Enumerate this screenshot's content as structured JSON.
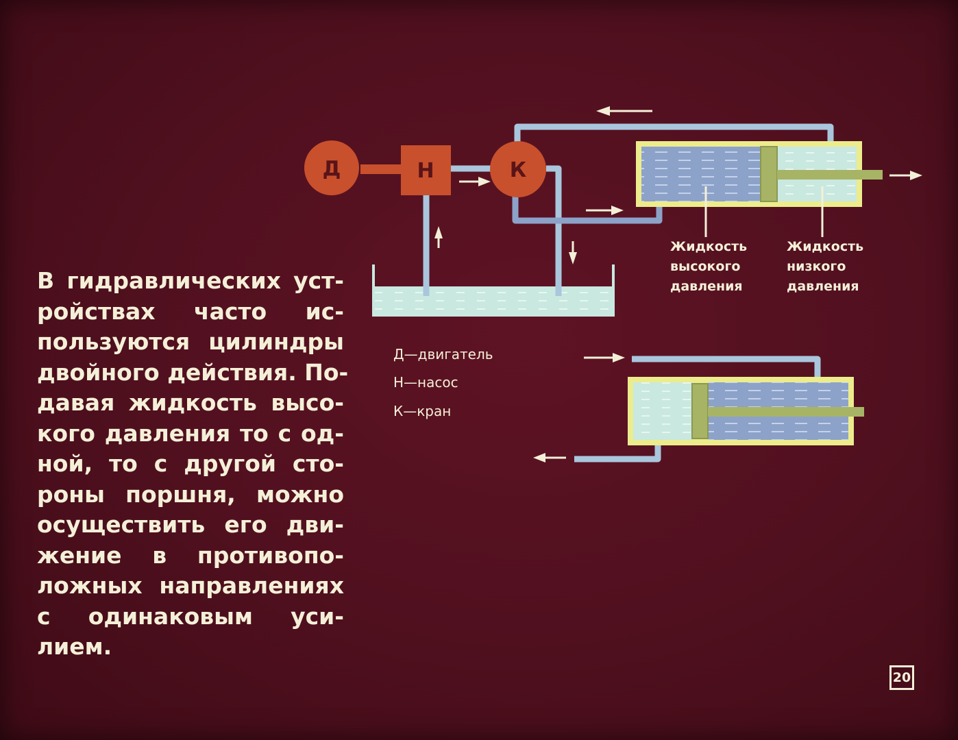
{
  "body_text": {
    "lines": [
      "В гидравлических уст-",
      "ройствах часто ис-",
      "пользуются цилиндры",
      "двойного действия. По-",
      "давая жидкость высо-",
      "кого давления то с од-",
      "ной, то с другой сто-",
      "роны поршня, можно",
      "осуществить его дви-",
      "жение в противопо-",
      "ложных направлениях",
      "с одинаковым уси-",
      "лием."
    ]
  },
  "diagram": {
    "nodes": {
      "engine": "Д",
      "pump": "Н",
      "valve": "К"
    },
    "legend": [
      "Д—двигатель",
      "Н—насос",
      "К—кран"
    ],
    "labels": {
      "high_pressure": [
        "Жидкость",
        "высокого",
        "давления"
      ],
      "low_pressure": [
        "Жидкость",
        "низкого",
        "давления"
      ]
    },
    "colors": {
      "background": "#51101f",
      "node_fill": "#c9502c",
      "pipe": "#a9c6dc",
      "high_pressure_fluid": "#8da2c8",
      "low_pressure_fluid": "#c9e8e0",
      "cylinder_wall": "#ecec8c",
      "piston": "#a7b466",
      "text": "#f4f0d8"
    }
  },
  "slide_number": "20"
}
